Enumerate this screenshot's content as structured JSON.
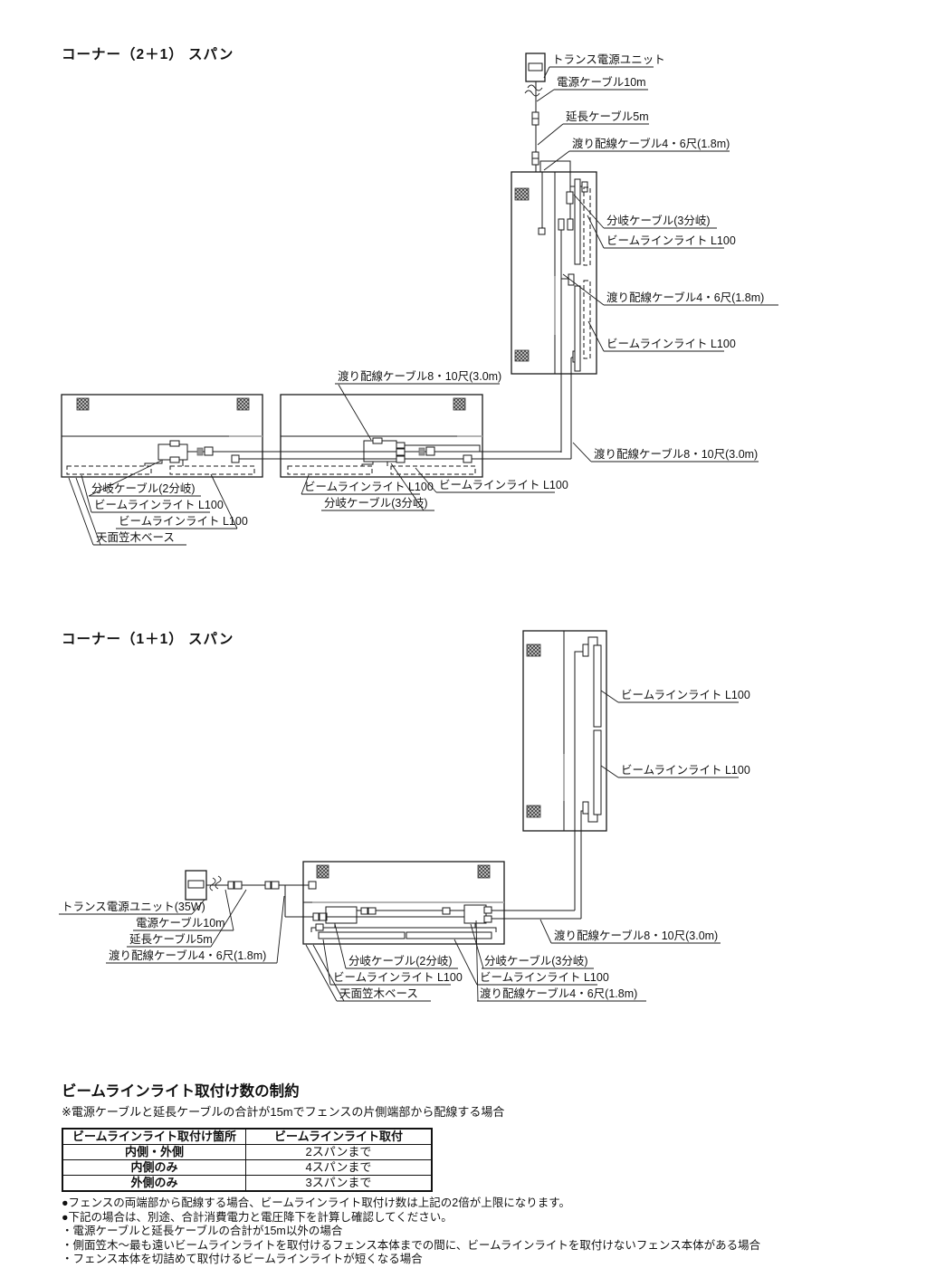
{
  "diagram1": {
    "title": "コーナー（2＋1） スパン",
    "labels": {
      "transformer": "トランス電源ユニット",
      "power_cable": "電源ケーブル10m",
      "extension_cable": "延長ケーブル5m",
      "jumper46_top": "渡り配線ケーブル4・6尺(1.8m)",
      "branch3_upper": "分岐ケーブル(3分岐)",
      "beam_upper1": "ビームラインライト L100",
      "jumper46_side": "渡り配線ケーブル4・6尺(1.8m)",
      "beam_upper2": "ビームラインライト L100",
      "jumper810_top": "渡り配線ケーブル8・10尺(3.0m)",
      "jumper810_side": "渡り配線ケーブル8・10尺(3.0m)",
      "branch2": "分岐ケーブル(2分岐)",
      "beam_left1": "ビームラインライト L100",
      "beam_left2": "ビームラインライト L100",
      "cap_base": "天面笠木ベース",
      "beam_mid1": "ビームラインライト L100",
      "branch3_mid": "分岐ケーブル(3分岐)",
      "beam_mid2": "ビームラインライト L100"
    }
  },
  "diagram2": {
    "title": "コーナー（1＋1） スパン",
    "labels": {
      "beam_upper1": "ビームラインライト L100",
      "beam_upper2": "ビームラインライト L100",
      "transformer": "トランス電源ユニット(35W)",
      "power_cable": "電源ケーブル10m",
      "extension_cable": "延長ケーブル5m",
      "jumper46_left": "渡り配線ケーブル4・6尺(1.8m)",
      "branch2": "分岐ケーブル(2分岐)",
      "branch3": "分岐ケーブル(3分岐)",
      "beam_left": "ビームラインライト L100",
      "beam_right": "ビームラインライト L100",
      "cap_base": "天面笠木ベース",
      "jumper46_right": "渡り配線ケーブル4・6尺(1.8m)",
      "jumper810_right": "渡り配線ケーブル8・10尺(3.0m)"
    }
  },
  "restrictions": {
    "heading": "ビームラインライト取付け数の制約",
    "note": "※電源ケーブルと延長ケーブルの合計が15mでフェンスの片側端部から配線する場合",
    "table": {
      "headers": [
        "ビームラインライト取付け箇所",
        "ビームラインライト取付"
      ],
      "rows": [
        [
          "内側・外側",
          "2スパンまで"
        ],
        [
          "内側のみ",
          "4スパンまで"
        ],
        [
          "外側のみ",
          "3スパンまで"
        ]
      ]
    },
    "bullets": [
      "●フェンスの両端部から配線する場合、ビームラインライト取付け数は上記の2倍が上限になります。",
      "●下記の場合は、別途、合計消費電力と電圧降下を計算し確認してください。",
      "・電源ケーブルと延長ケーブルの合計が15m以外の場合",
      "・側面笠木～最も遠いビームラインライトを取付けるフェンス本体までの間に、ビームラインライトを取付けないフェンス本体がある場合",
      "・フェンス本体を切詰めて取付けるビームラインライトが短くなる場合"
    ]
  }
}
